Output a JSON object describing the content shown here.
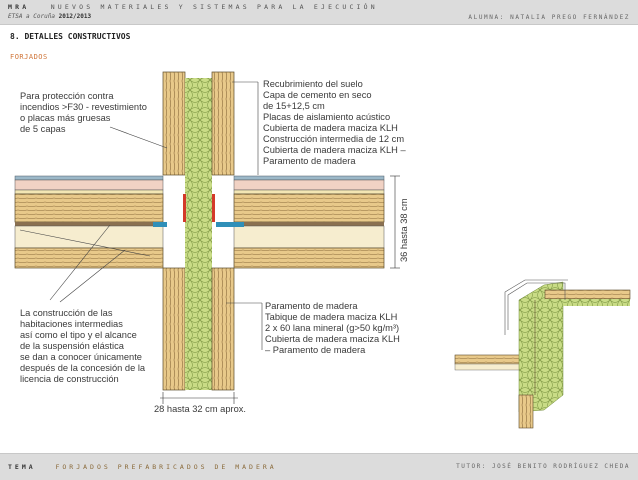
{
  "header": {
    "program_code": "MRA",
    "program_name": "NUEVOS MATERIALES Y SISTEMAS PARA LA EJECUCIÓN",
    "school": "ETSA a Coruña",
    "year": "2012/2013",
    "author": "ALUMNA: NATALIA PREGO FERNÁNDEZ"
  },
  "section_title": "8. DETALLES CONSTRUCTIVOS",
  "subtitle": "FORJADOS",
  "annotations": {
    "protection": [
      "Para protección contra",
      "incendios >F30 - revestimiento",
      "o placas más gruesas",
      "de 5 capas"
    ],
    "floor_layers": [
      "Recubrimiento del suelo",
      "Capa de cemento en seco",
      "de 15+12,5 cm",
      "Placas de aislamiento acústico",
      "Cubierta de madera maciza KLH",
      "Construcción intermedia de 12 cm",
      "Cubierta de madera maciza KLH –",
      "Paramento de madera"
    ],
    "construction_note": [
      "La construcción de las",
      "habitaciones intermedias",
      "así como el tipo y el alcance",
      "de la suspensión elástica",
      "se dan a conocer únicamente",
      "después de la concesión de la",
      "licencia de construcción"
    ],
    "wall_layers": [
      "Paramento de madera",
      "Tabique de madera maciza KLH",
      "2 x 60 lana mineral (g>50 kg/m³)",
      "Cubierta de madera maciza KLH",
      "– Paramento de madera"
    ],
    "height_dim": "36 hasta 38 cm",
    "width_dim": "28 hasta 32 cm aprox."
  },
  "colors": {
    "wood": "#e8c98a",
    "insulation": "#c9dc86",
    "band": "#f6edcf",
    "screed": "#f1d2c4",
    "accent": "#d0763a"
  },
  "footer": {
    "tema_label": "TEMA",
    "tema": "FORJADOS PREFABRICADOS DE MADERA",
    "tutor": "TUTOR: JOSÉ BENITO RODRÍGUEZ CHEDA"
  }
}
